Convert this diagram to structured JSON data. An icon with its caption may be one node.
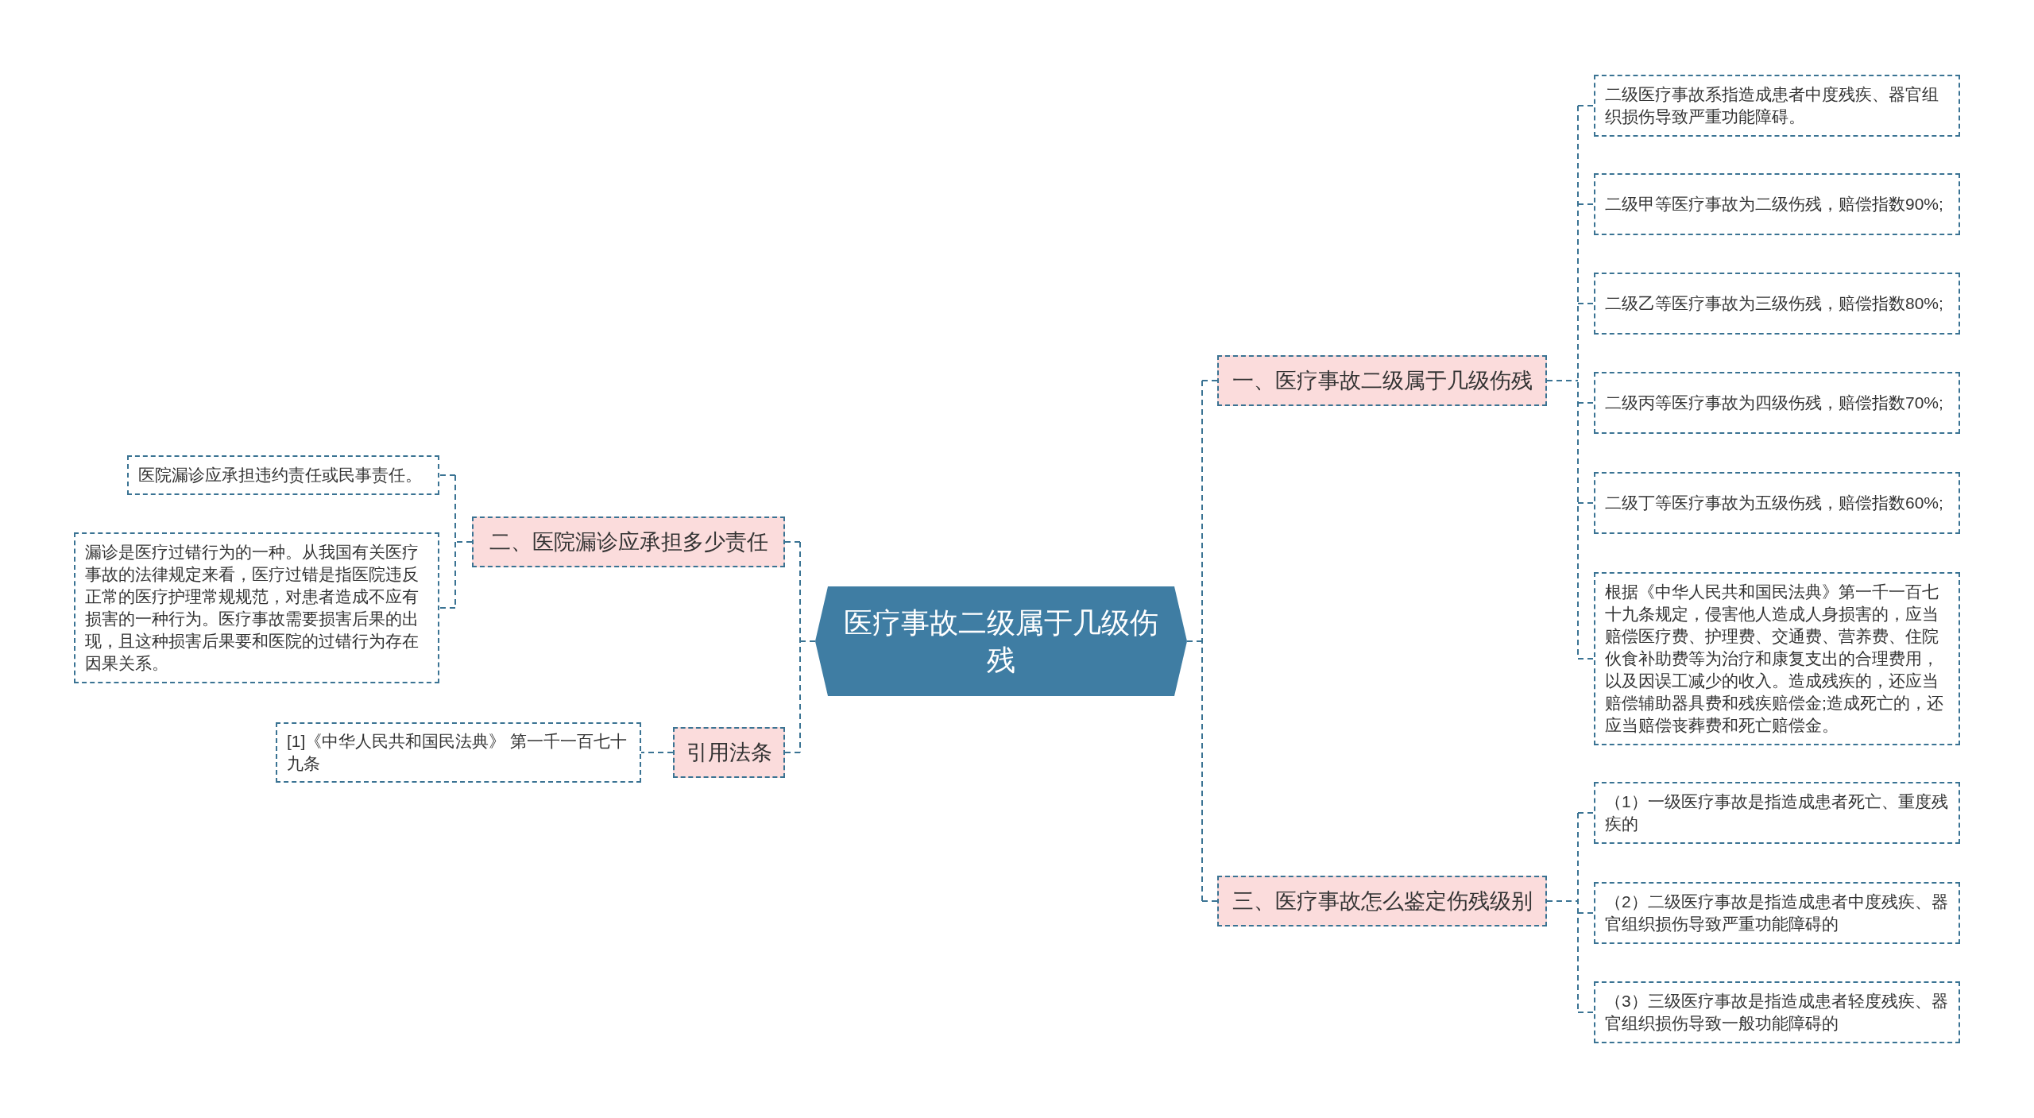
{
  "diagram": {
    "nodes": [
      {
        "text": [
          "医疗事故二级属于几级伤残"
        ]
      },
      {
        "text": [
          "一、医疗事故二级属于几级伤残"
        ]
      },
      {
        "text": [
          "二级医疗事故系指造成患者中度残疾、器官组织损伤导致严重功能障碍。"
        ]
      },
      {
        "text": [
          "二级甲等医疗事故为二级伤残，赔偿指数90%;"
        ]
      },
      {
        "text": [
          "二级乙等医疗事故为三级伤残，赔偿指数80%;"
        ]
      },
      {
        "text": [
          "二级丙等医疗事故为四级伤残，赔偿指数70%;"
        ]
      },
      {
        "text": [
          "二级丁等医疗事故为五级伤残，赔偿指数60%;"
        ]
      },
      {
        "text": [
          "根据《中华人民共和国民法典》第一千一百七十九条规定，侵害他人造成人身损害的，应当赔偿医疗费、护理费、交通费、营养费、住院伙食补助费等为治疗和康复支出的合理费用，以及因误工减少的收入。造成残疾的，还应当赔偿辅助器具费和残疾赔偿金;造成死亡的，还应当赔偿丧葬费和死亡赔偿金。"
        ]
      },
      {
        "text": [
          "三、医疗事故怎么鉴定伤残级别"
        ]
      },
      {
        "text": [
          "（1）一级医疗事故是指造成患者死亡、重度残疾的"
        ]
      },
      {
        "text": [
          "（2）二级医疗事故是指造成患者中度残疾、器官组织损伤导致严重功能障碍的"
        ]
      },
      {
        "text": [
          "（3）三级医疗事故是指造成患者轻度残疾、器官组织损伤导致一般功能障碍的"
        ]
      },
      {
        "text": [
          "二、医院漏诊应承担多少责任"
        ]
      },
      {
        "text": [
          "医院漏诊应承担违约责任或民事责任。"
        ]
      },
      {
        "text": [
          "漏诊是医疗过错行为的一种。从我国有关医疗事故的法律规定来看，医疗过错是指医院违反正常的医疗护理常规规范，对患者造成不应有损害的一种行为。医疗事故需要损害后果的出现，且这种损害后果要和医院的过错行为存在因果关系。"
        ]
      },
      {
        "text": [
          "引用法条"
        ]
      },
      {
        "text": [
          "[1]《中华人民共和国民法典》 第一千一百七十九条"
        ]
      }
    ],
    "edges": [
      {
        "from": 0,
        "to": 1,
        "arrow": "none"
      },
      {
        "from": 1,
        "to": 2,
        "arrow": "none"
      },
      {
        "from": 1,
        "to": 3,
        "arrow": "none"
      },
      {
        "from": 1,
        "to": 4,
        "arrow": "none"
      },
      {
        "from": 1,
        "to": 5,
        "arrow": "none"
      },
      {
        "from": 1,
        "to": 6,
        "arrow": "none"
      },
      {
        "from": 1,
        "to": 7,
        "arrow": "none"
      },
      {
        "from": 0,
        "to": 8,
        "arrow": "none"
      },
      {
        "from": 8,
        "to": 9,
        "arrow": "none"
      },
      {
        "from": 8,
        "to": 10,
        "arrow": "none"
      },
      {
        "from": 8,
        "to": 11,
        "arrow": "none"
      },
      {
        "from": 0,
        "to": 12,
        "arrow": "none"
      },
      {
        "from": 12,
        "to": 13,
        "arrow": "none"
      },
      {
        "from": 12,
        "to": 14,
        "arrow": "none"
      },
      {
        "from": 0,
        "to": 15,
        "arrow": "none"
      },
      {
        "from": 15,
        "to": 16,
        "arrow": "none"
      }
    ]
  }
}
